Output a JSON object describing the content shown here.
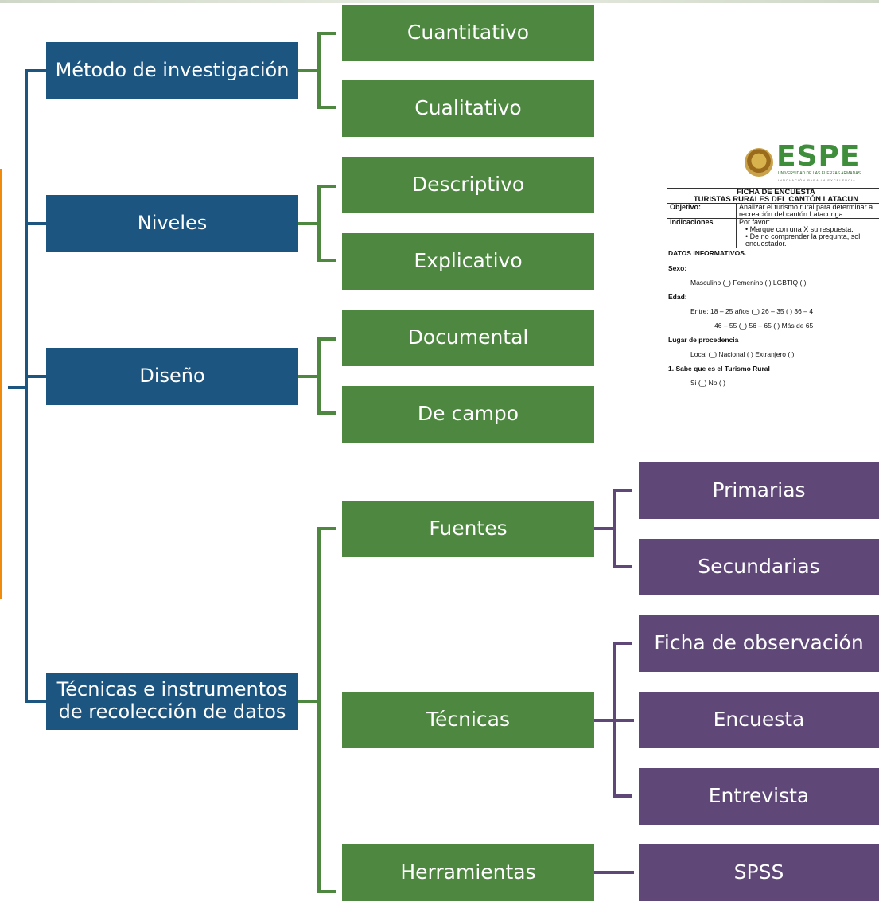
{
  "level1": [
    {
      "label": "Método de investigación"
    },
    {
      "label": "Niveles"
    },
    {
      "label": "Diseño"
    },
    {
      "label": "Técnicas e instrumentos de recolección de datos"
    }
  ],
  "level2": [
    {
      "label": "Cuantitativo"
    },
    {
      "label": "Cualitativo"
    },
    {
      "label": "Descriptivo"
    },
    {
      "label": "Explicativo"
    },
    {
      "label": "Documental"
    },
    {
      "label": "De campo"
    },
    {
      "label": "Fuentes"
    },
    {
      "label": "Técnicas"
    },
    {
      "label": "Herramientas"
    }
  ],
  "level3": [
    {
      "label": "Primarias"
    },
    {
      "label": "Secundarias"
    },
    {
      "label": "Ficha de observación"
    },
    {
      "label": "Encuesta"
    },
    {
      "label": "Entrevista"
    },
    {
      "label": "SPSS"
    }
  ],
  "colors": {
    "blue": "#1c5680",
    "green": "#4d8740",
    "purple": "#5f4878",
    "orange": "#f08a0c"
  },
  "document": {
    "logo": "ESPE",
    "logo_sub": "UNIVERSIDAD DE LAS FUERZAS ARMADAS",
    "logo_tag": "INNOVACIÓN PARA LA EXCELENCIA",
    "title1": "FICHA DE ENCUESTA",
    "title2": "TURISTAS RURALES DEL CANTÓN LATACUN",
    "objetivo_label": "Objetivo:",
    "objetivo_text": "Analizar el turismo rural para determinar a recreación del cantón Latacunga",
    "indicaciones_label": "Indicaciones",
    "indicaciones_intro": "Por favor:",
    "bullet1": "•   Marque con una X su respuesta.",
    "bullet2": "•   De no comprender la pregunta, sol encuestador.",
    "datos": "DATOS INFORMATIVOS.",
    "sexo": "Sexo:",
    "sexo_opts": "Masculino (_)       Femenino (  )        LGBTIQ (  )",
    "edad": "Edad:",
    "edad_row1": "Entre: 18 – 25 años (_)            26 – 35 (  )        36 – 4",
    "edad_row2": "46 – 55 (_)            56 – 65 (  )        Más de 65",
    "lugar": "Lugar de procedencia",
    "lugar_opts": "Local (_)                 Nacional (  )          Extranjero (  )",
    "pregunta1": "1.   Sabe que es el Turismo Rural",
    "p1_opts": "Si (_)                           No (  )"
  }
}
